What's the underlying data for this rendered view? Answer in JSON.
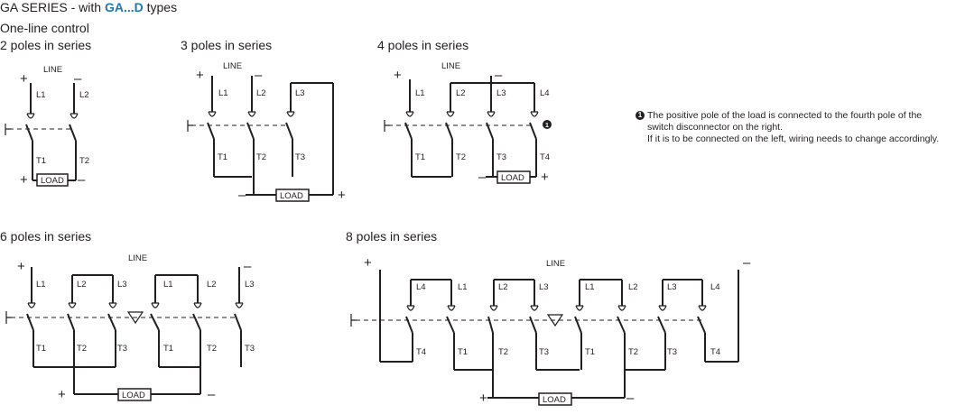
{
  "header": {
    "title_prefix": "GA SERIES - with ",
    "title_brand": "GA...D",
    "title_suffix": " types",
    "subtitle": "One-line control"
  },
  "sections": {
    "p2": {
      "title": "2 poles in series"
    },
    "p3": {
      "title": "3 poles in series"
    },
    "p4": {
      "title": "4 poles in series"
    },
    "p6": {
      "title": "6 poles in series"
    },
    "p8": {
      "title": "8 poles in series"
    }
  },
  "labels": {
    "line": "LINE",
    "load": "LOAD",
    "plus": "+",
    "minus": "–",
    "L1": "L1",
    "L2": "L2",
    "L3": "L3",
    "L4": "L4",
    "T1": "T1",
    "T2": "T2",
    "T3": "T3",
    "T4": "T4",
    "note_marker": "1"
  },
  "note": {
    "line1": "The positive pole of the load is connected to the fourth pole of the",
    "line2": "switch disconnector on the right.",
    "line3": "If it is to be connected on the left, wiring needs to change accordingly."
  }
}
